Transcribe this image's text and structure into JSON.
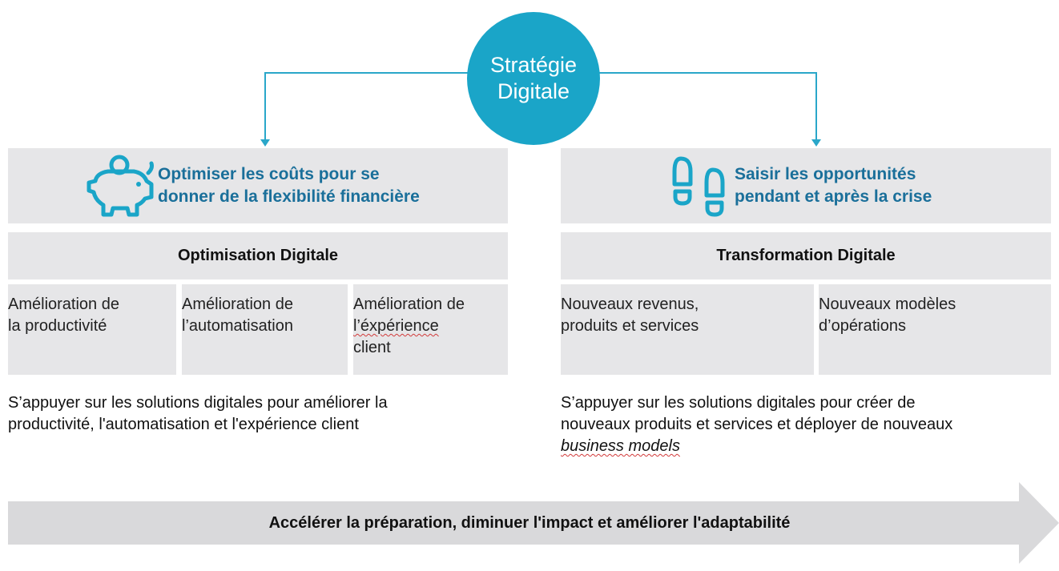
{
  "center": {
    "line1": "Stratégie",
    "line2": "Digitale"
  },
  "left": {
    "headline_line1": "Optimiser les coûts pour se",
    "headline_line2": "donner de la flexibilité financière",
    "icon": "piggy-bank-icon",
    "bar_title": "Optimisation Digitale",
    "cells": [
      {
        "line1": "Amélioration de",
        "line2": "la productivité",
        "line3": ""
      },
      {
        "line1": "Amélioration de",
        "line2": "l’automatisation",
        "line3": ""
      },
      {
        "line1": "Amélioration de",
        "line2": "l’éxpérience",
        "line3": "client"
      }
    ],
    "desc_line1": "S’appuyer sur les solutions digitales pour améliorer la",
    "desc_line2": "productivité, l'automatisation et l'expérience client"
  },
  "right": {
    "headline_line1": "Saisir les opportunités",
    "headline_line2": "pendant et après la crise",
    "icon": "footprints-icon",
    "bar_title": "Transformation Digitale",
    "cells": [
      {
        "line1": "Nouveaux revenus,",
        "line2": "produits et services"
      },
      {
        "line1": "Nouveaux modèles",
        "line2": "d’opérations"
      }
    ],
    "desc_line1": "S’appuyer sur les solutions digitales pour créer de",
    "desc_line2": "nouveaux produits et services et déployer de nouveaux",
    "desc_line3_italic": "business models"
  },
  "footer": {
    "label": "Accélérer la préparation, diminuer l'impact et améliorer l'adaptabilité"
  },
  "colors": {
    "accent": "#1aa5c8",
    "heading": "#1a6f9a",
    "box": "#e6e6e8",
    "arrow": "#d9d9db"
  }
}
